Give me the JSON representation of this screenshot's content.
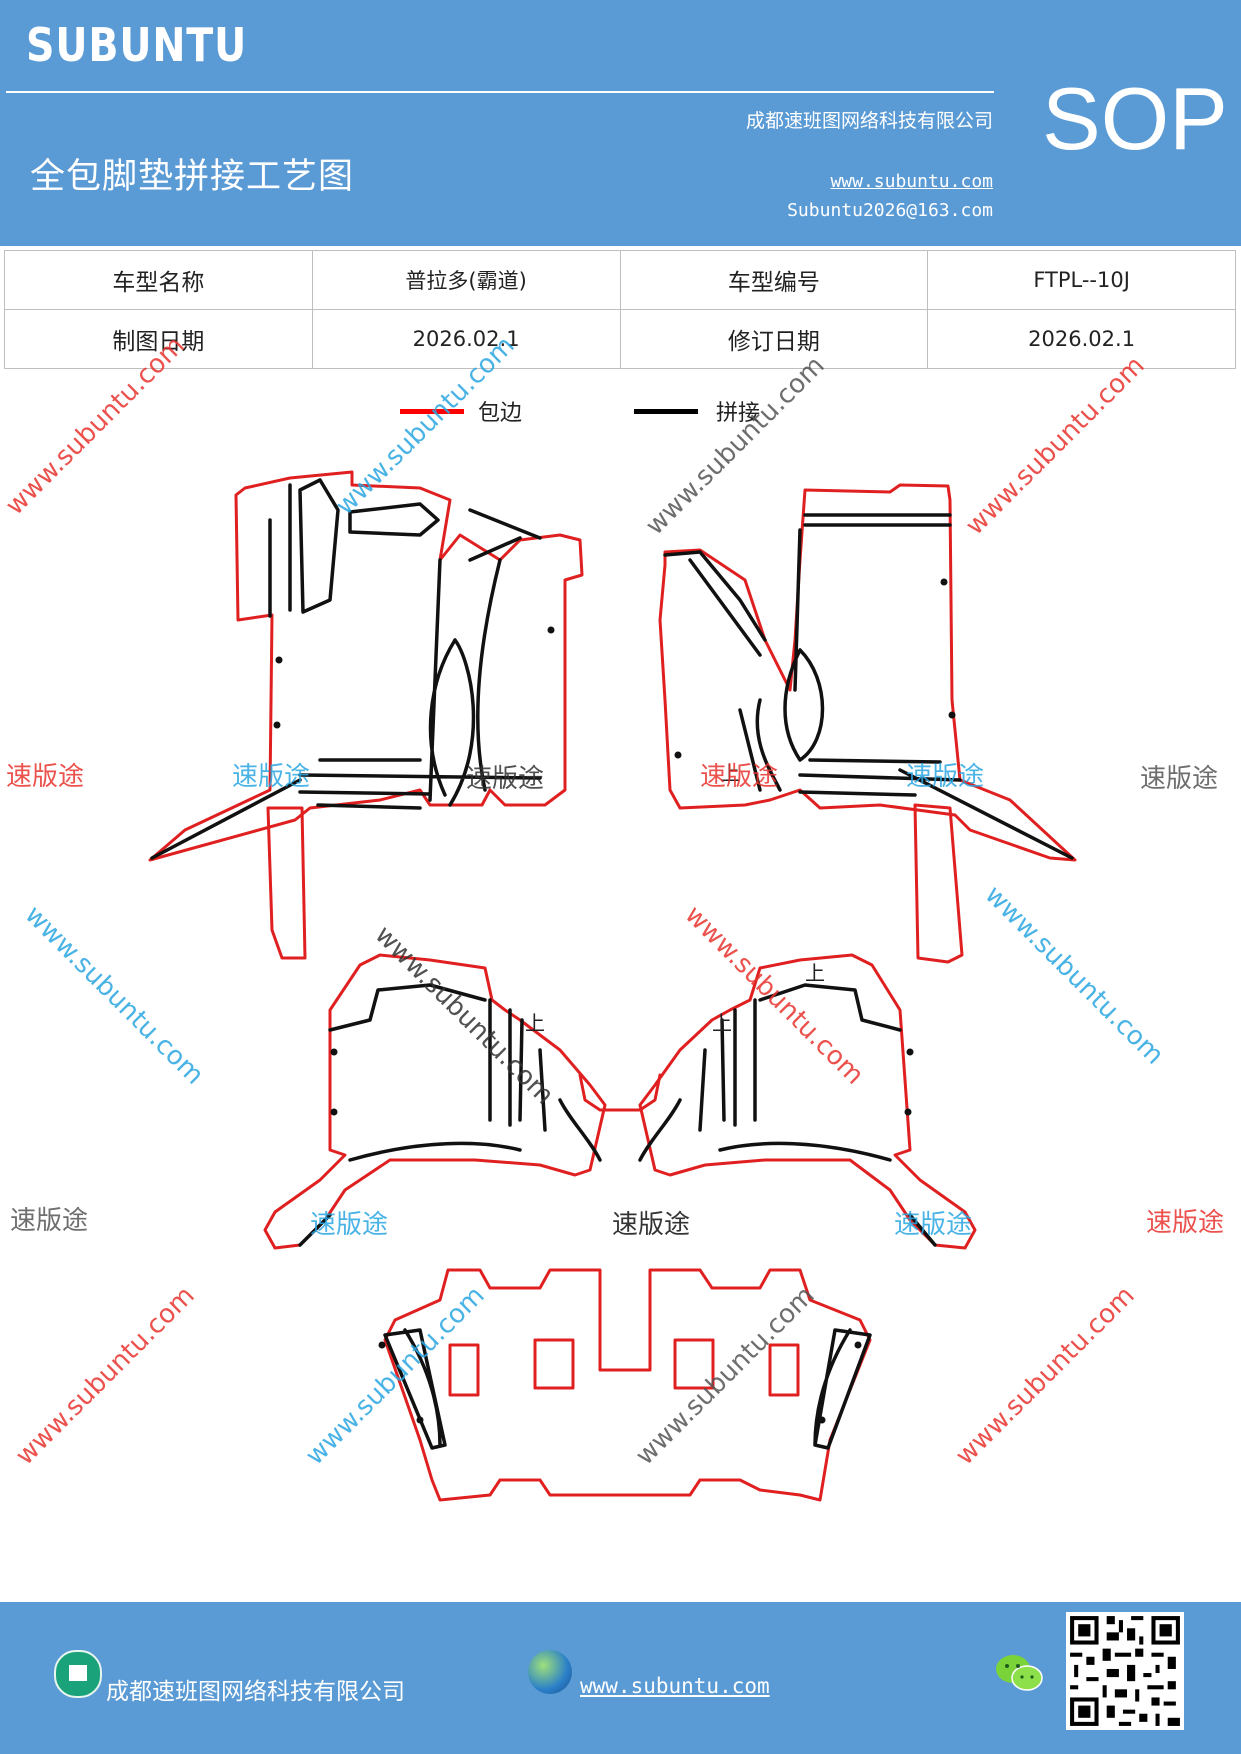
{
  "header": {
    "brand": "SUBUNTU",
    "company": "成都速班图网络科技有限公司",
    "title": "全包脚垫拼接工艺图",
    "website": "www.subuntu.com",
    "email": "Subuntu2026@163.com",
    "badge": "SOP"
  },
  "info": {
    "car_name_label": "车型名称",
    "car_name": "普拉多(霸道)",
    "car_code_label": "车型编号",
    "car_code": "FTPL--10J",
    "draw_date_label": "制图日期",
    "draw_date": "2026.02.1",
    "revise_date_label": "修订日期",
    "revise_date": "2026.02.1"
  },
  "legend": {
    "edge_label": "包边",
    "edge_color": "#ff0000",
    "joint_label": "拼接",
    "joint_color": "#000000"
  },
  "watermarks": {
    "brand_cn": "速版途",
    "url": "www.subuntu.com",
    "colors": [
      "#e8342f",
      "#2ba6e1",
      "#555555"
    ]
  },
  "drawing_labels": {
    "up": "上"
  },
  "footer": {
    "company": "成都速班图网络科技有限公司",
    "website": "www.subuntu.com",
    "icons": [
      "building-icon",
      "globe-icon",
      "wechat-icon",
      "qr-code"
    ]
  }
}
